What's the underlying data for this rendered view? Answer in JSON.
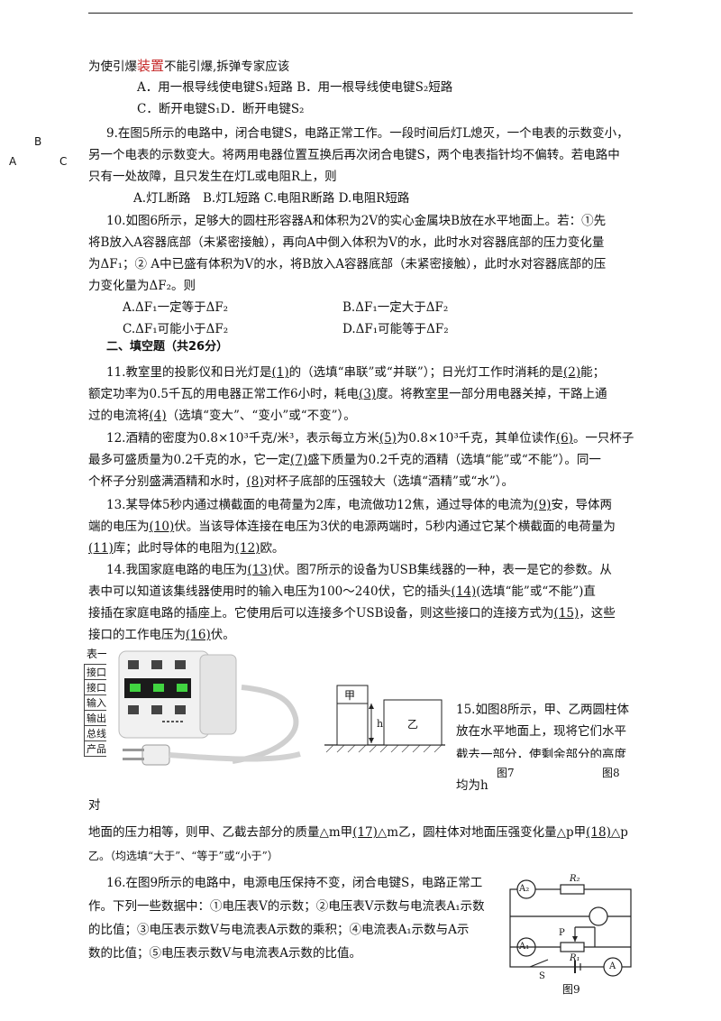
{
  "lines": {
    "l1a": "为使引爆",
    "l1b": "装置",
    "l1c": "不能引爆,拆弹专家应该",
    "l2": "A．用一根导线使电键S₁短路 B．用一根导线使电键S₂短路",
    "l3": "C．断开电键S₁D．断开电键S₂",
    "q9a": "9.在图5所示的电路中，闭合电键S，电路正常工作。一段时间后灯L熄灭，一个电表的示数变小，",
    "q9b": "另一个电表的示数变大。将两用电器位置互换后再次闭合电键S，两个电表指针均不偏转。若电路中",
    "q9c": "只有一处故障，且只发生在灯L或电阻R上，则",
    "q9d": "A.灯L断路　B.灯L短路 C.电阻R断路 D.电阻R短路",
    "q10a": "10.如图6所示，足够大的圆柱形容器A和体积为2V的实心金属块B放在水平地面上。若：①先",
    "q10b": "将B放入A容器底部（未紧密接触），再向A中倒入体积为V的水，此时水对容器底部的压力变化量",
    "q10c": "为ΔF₁；② A中已盛有体积为V的水，将B放入A容器底部（未紧密接触），此时水对容器底部的压",
    "q10d": "力变化量为ΔF₂。则",
    "q10A": "A.ΔF₁一定等于ΔF₂",
    "q10B": "B.ΔF₁一定大于ΔF₂",
    "q10C": "C.ΔF₁可能小于ΔF₂",
    "q10D": "D.ΔF₁可能等于ΔF₂",
    "section2": "二、填空题（共26分）",
    "q11a1": "11.教室里的投影仪和日光灯是",
    "q11b1": "(1)",
    "q11a2": "的（选填“串联”或“并联”）；日光灯工作时消耗的是",
    "q11b2": "(2)",
    "q11a3": "能；",
    "q11c1": "额定功率为0.5千瓦的用电器正常工作6小时，耗电",
    "q11d1": "(3)",
    "q11c2": "度。将教室里一部分用电器关掉，干路上通",
    "q11e1": "过的电流将",
    "q11f1": "(4)",
    "q11e2": "（选填“变大”、“变小”或“不变”）。",
    "q12a1": "12.酒精的密度为0.8×10³千克/米³，表示每立方米",
    "q12b1": "(5)",
    "q12a2": "为0.8×10³千克，其单位读作",
    "q12b2": "(6)",
    "q12a3": "。一只杯子",
    "q12c1": "最多可盛质量为0.2千克的水，它一定",
    "q12d1": "(7)",
    "q12c2": "盛下质量为0.2千克的酒精（选填“能”或“不能”）。同一",
    "q12e1": "个杯子分别盛满酒精和水时，",
    "q12f1": "(8)",
    "q12e2": "对杯子底部的压强较大（选填“酒精”或“水”）。",
    "q13a1": "13.某导体5秒内通过横截面的电荷量为2库，电流做功12焦，通过导体的电流为",
    "q13b1": "(9)",
    "q13a2": "安，导体两",
    "q13c1": "端的电压为",
    "q13d1": "(10)",
    "q13c2": "伏。当该导体连接在电压为3伏的电源两端时，5秒内通过它某个横截面的电荷量为",
    "q13e1": "(11)",
    "q13e2": "库；此时导体的电阻为",
    "q13e3": "(12)",
    "q13e4": "欧。",
    "q14a1": "14.我国家庭电路的电压为",
    "q14b1": "(13)",
    "q14a2": "伏。图7所示的设备为USB集线器的一种，表一是它的参数。从",
    "q14c1": "表中可以知道该集线器使用时的输入电压为100～240伏，它的插头",
    "q14d1": "(14)",
    "q14c2": "(选填“能”或“不能”)直",
    "q14e1": "接插在家庭电路的插座上。它使用后可以连接多个USB设备，则这些接口的连接方式为",
    "q14f1": "(15)",
    "q14e2": "，这些",
    "q14g1": "接口的工作电压为",
    "q14h1": "(16)",
    "q14g2": "伏。",
    "table_title": "表一",
    "table_rows": [
      "接口",
      "接口",
      "输入",
      "输出",
      "总线",
      "产品"
    ],
    "q15a": "15.如图8所示，甲、乙两圆柱体",
    "q15b": "放在水平地面上，现将它们水平",
    "q15c": "截去一部分，使剩余部分的高度",
    "q15d": "均为h",
    "fig7": "图7",
    "fig8": "图8",
    "fig8_jia": "甲",
    "fig8_yi": "乙",
    "fig8_h": "h",
    "dui": "对",
    "q15e1": "地面的压力相等，则甲、乙截去部分的质量△m甲",
    "q15f1": "(17)",
    "q15e2": "△m乙，圆柱体对地面压强变化量△p甲",
    "q15f2": "(18)",
    "q15e3": "△p",
    "q15g": "乙。（均选填“大于”、“等于”或“小于”）",
    "q16a": "16.在图9所示的电路中，电源电压保持不变，闭合电键S，电路正常工",
    "q16b": "作。下列一些数据中：①电压表V的示数；②电压表V示数与电流表A₁示数",
    "q16c": "的比值；③电压表示数V与电流表A示数的乘积；④电流表A₁示数与A示",
    "q16d": "数的比值；⑤电压表示数V与电流表A示数的比值。",
    "fig9": "图9",
    "fig9_R2": "R₂",
    "fig9_R1": "R₁",
    "fig9_A2": "A₂",
    "fig9_A1": "A₁",
    "fig9_A": "A",
    "fig9_P": "P",
    "fig9_S": "S",
    "margin_B": "B",
    "margin_A": "A",
    "margin_C": "C"
  }
}
